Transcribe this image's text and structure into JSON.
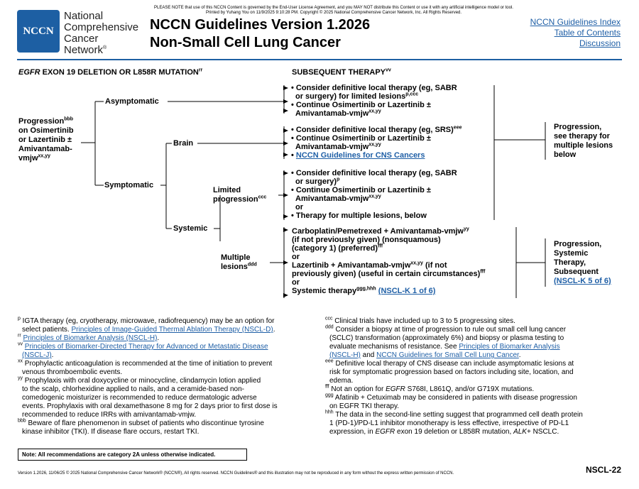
{
  "notice": {
    "line1": "PLEASE NOTE that use of this NCCN Content is governed by the End-User License Agreement, and you MAY NOT distribute this Content or use it with any artificial intelligence model or tool.",
    "line2": "Printed by Yuhang You on 11/9/2025 9:10:28 PM. Copyright © 2025 National Comprehensive Cancer Network, Inc. All Rights Reserved."
  },
  "logo": {
    "mark": "NCCN",
    "line1": "National",
    "line2": "Comprehensive",
    "line3": "Cancer",
    "line4": "Network",
    "reg": "®"
  },
  "header": {
    "title": "NCCN Guidelines Version 1.2026",
    "subtitle": "Non-Small Cell Lung Cancer",
    "links": [
      "NCCN Guidelines Index",
      "Table of Contents",
      "Discussion"
    ]
  },
  "flow": {
    "left_header": {
      "italic": "EGFR",
      "text": " EXON 19 DELETION OR L858R MUTATION",
      "sup": "rr"
    },
    "right_header": {
      "text": "SUBSEQUENT THERAPY",
      "sup": "vv"
    },
    "root": {
      "l1": "Progression",
      "sup1": "bbb",
      "l2": "on Osimertinib",
      "l3": "or Lazertinib ±",
      "l4": "Amivantamab-",
      "l5": "vmjw",
      "sup5": "xx,yy"
    },
    "asymptomatic": "Asymptomatic",
    "symptomatic": "Symptomatic",
    "brain": "Brain",
    "systemic": "Systemic",
    "limited": {
      "l1": "Limited",
      "l2": "progression",
      "sup": "ccc"
    },
    "multiple": {
      "l1": "Multiple",
      "l2": "lesions",
      "sup": "ddd"
    },
    "box_asym": {
      "a1": "• Consider definitive local therapy (eg, SABR",
      "a2": "or surgery) for limited lesions",
      "a2sup": "p,ccc",
      "a3": "• Continue Osimertinib or Lazertinib ±",
      "a4": "Amivantamab-vmjw",
      "a4sup": "xx,yy"
    },
    "box_brain": {
      "b1": "• Consider definitive local therapy (eg, SRS)",
      "b1sup": "eee",
      "b2": "• Continue Osimertinib or Lazertinib ±",
      "b3": "Amivantamab-vmjw",
      "b3sup": "xx,yy",
      "b4link": "NCCN Guidelines for CNS Cancers"
    },
    "box_limited": {
      "c1": "• Consider definitive local therapy (eg, SABR",
      "c2": "or surgery)",
      "c2sup": "p",
      "c3": "• Continue Osimertinib or Lazertinib ±",
      "c4": "Amivantamab-vmjw",
      "c4sup": "xx,yy",
      "c5": "or",
      "c6": "• Therapy for multiple lesions, below"
    },
    "box_multiple": {
      "d1": "Carboplatin/Pemetrexed + Amivantamab-vmjw",
      "d1sup": "yy",
      "d2": "(if not previously given) (nonsquamous)",
      "d3": "(category 1) (preferred)",
      "d3sup": "fff",
      "d4": "or",
      "d5": "Lazertinib + Amivantamab-vmjw",
      "d5sup": "xx,yy",
      "d5b": " (if not",
      "d6": "previously given) (useful in certain circumstances)",
      "d6sup": "fff",
      "d7": "or",
      "d8": "Systemic therapy",
      "d8sup": "ggg,hhh",
      "d8link": "(NSCL-K 1 of 6)"
    },
    "out1": {
      "l1": "Progression,",
      "l2": "see therapy for",
      "l3": "multiple lesions",
      "l4": "below"
    },
    "out2": {
      "l1": "Progression,",
      "l2": "Systemic",
      "l3": "Therapy,",
      "l4": "Subsequent",
      "link": "(NSCL-K 5 of 6)"
    }
  },
  "footnotes_left": {
    "p": {
      "sup": "p",
      "t1": " IGTA therapy (eg, cryotherapy, microwave, radiofrequency) may be an option for",
      "t2": "select patients. ",
      "link": "Principles of Image-Guided Thermal Ablation Therapy (NSCL-D)",
      "end": "."
    },
    "rr": {
      "sup": "rr",
      "link": "Principles of Biomarker Analysis (NSCL-H)",
      "end": "."
    },
    "vv": {
      "sup": "vv",
      "link1": "Principles of Biomarker-Directed Therapy for Advanced or Metastatic Disease",
      "link2": "(NSCL-J)",
      "end": "."
    },
    "xx": {
      "sup": "xx",
      "t1": " Prophylactic anticoagulation is recommended at the time of initiation to prevent",
      "t2": "venous thromboembolic events."
    },
    "yy": {
      "sup": "yy",
      "t1": " Prophylaxis with oral doxycycline or minocycline, clindamycin lotion applied",
      "t2": "to the scalp, chlorhexidine applied to nails, and a ceramide-based non-",
      "t3": "comedogenic moisturizer is recommended to reduce dermatologic adverse",
      "t4": "events. Prophylaxis with oral dexamethasone 8 mg for 2 days prior to first dose is",
      "t5": "recommended to reduce IRRs with amivantamab-vmjw."
    },
    "bbb": {
      "sup": "bbb",
      "t1": " Beware of flare phenomenon in subset of patients who discontinue tyrosine",
      "t2": "kinase inhibitor (TKI). If disease flare occurs, restart TKI."
    }
  },
  "footnotes_right": {
    "ccc": {
      "sup": "ccc",
      "t1": " Clinical trials have included up to 3 to 5 progressing sites."
    },
    "ddd": {
      "sup": "ddd",
      "t1": " Consider a biopsy at time of progression to rule out small cell lung cancer",
      "t2": "(SCLC) transformation (approximately 6%) and biopsy or plasma testing to",
      "t3": "evaluate mechanisms of resistance. See ",
      "link1": "Principles of Biomarker Analysis",
      "link1b": "(NSCL-H)",
      "mid": " and ",
      "link2": "NCCN Guidelines for Small Cell Lung Cancer",
      "end": "."
    },
    "eee": {
      "sup": "eee",
      "t1": " Definitive local therapy of CNS disease can include asymptomatic lesions at",
      "t2": "risk for symptomatic progression based on factors including site, location, and",
      "t3": "edema."
    },
    "fff": {
      "sup": "fff",
      "t1": " Not an option for ",
      "it": "EGFR",
      "t2": " S768I, L861Q, and/or G719X mutations."
    },
    "ggg": {
      "sup": "ggg",
      "t1": " Afatinib + Cetuximab may be considered in patients with disease progression",
      "t2": "on EGFR TKI therapy."
    },
    "hhh": {
      "sup": "hhh",
      "t1": " The data in the second-line setting suggest that programmed cell death protein",
      "t2": "1 (PD-1)/PD-L1 inhibitor monotherapy is less effective, irrespective of PD-L1",
      "t3a": "expression, in ",
      "it1": "EGFR",
      "t3b": " exon 19 deletion or L858R mutation, ",
      "it2": "ALK",
      "t3c": "+ NSCLC."
    }
  },
  "note": "Note: All recommendations are category 2A unless otherwise indicated.",
  "footer": "Version 1.2026, 11/06/25 © 2025 National Comprehensive Cancer Network® (NCCN®), All rights reserved. NCCN Guidelines® and this illustration may not be reproduced in any form without the express written permission of NCCN.",
  "page_id": "NSCL-22"
}
